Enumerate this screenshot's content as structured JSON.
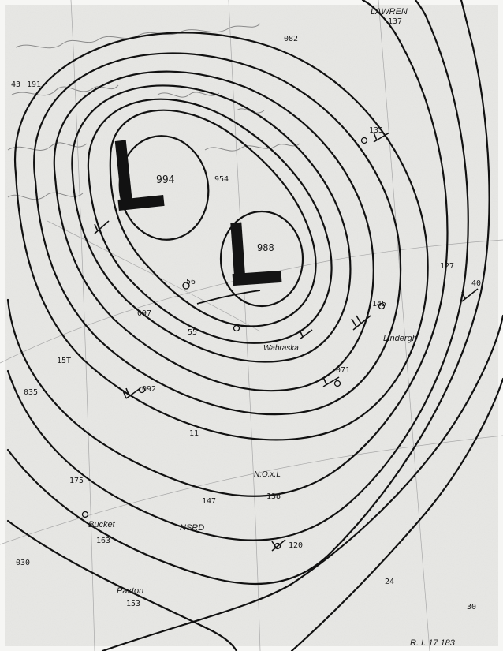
{
  "map": {
    "pressure_centers": [
      {
        "symbol": "L",
        "pressure": "994"
      },
      {
        "symbol": "L",
        "pressure": "988"
      }
    ],
    "station_labels": [
      "LAWREN",
      "Bucket",
      "Paxton",
      "NSRD",
      "Lindergh",
      "Wabraska",
      "N.O.x.L"
    ],
    "plot_numbers": [
      "137",
      "082",
      "135",
      "954",
      "127",
      "175",
      "163",
      "147",
      "097",
      "120",
      "035",
      "071",
      "153",
      "138",
      "030",
      "092",
      "145",
      "11",
      "56",
      "40",
      "30",
      "55",
      "43",
      "24",
      "191",
      "15T"
    ],
    "date_stamp": "R. I. 17 183"
  }
}
